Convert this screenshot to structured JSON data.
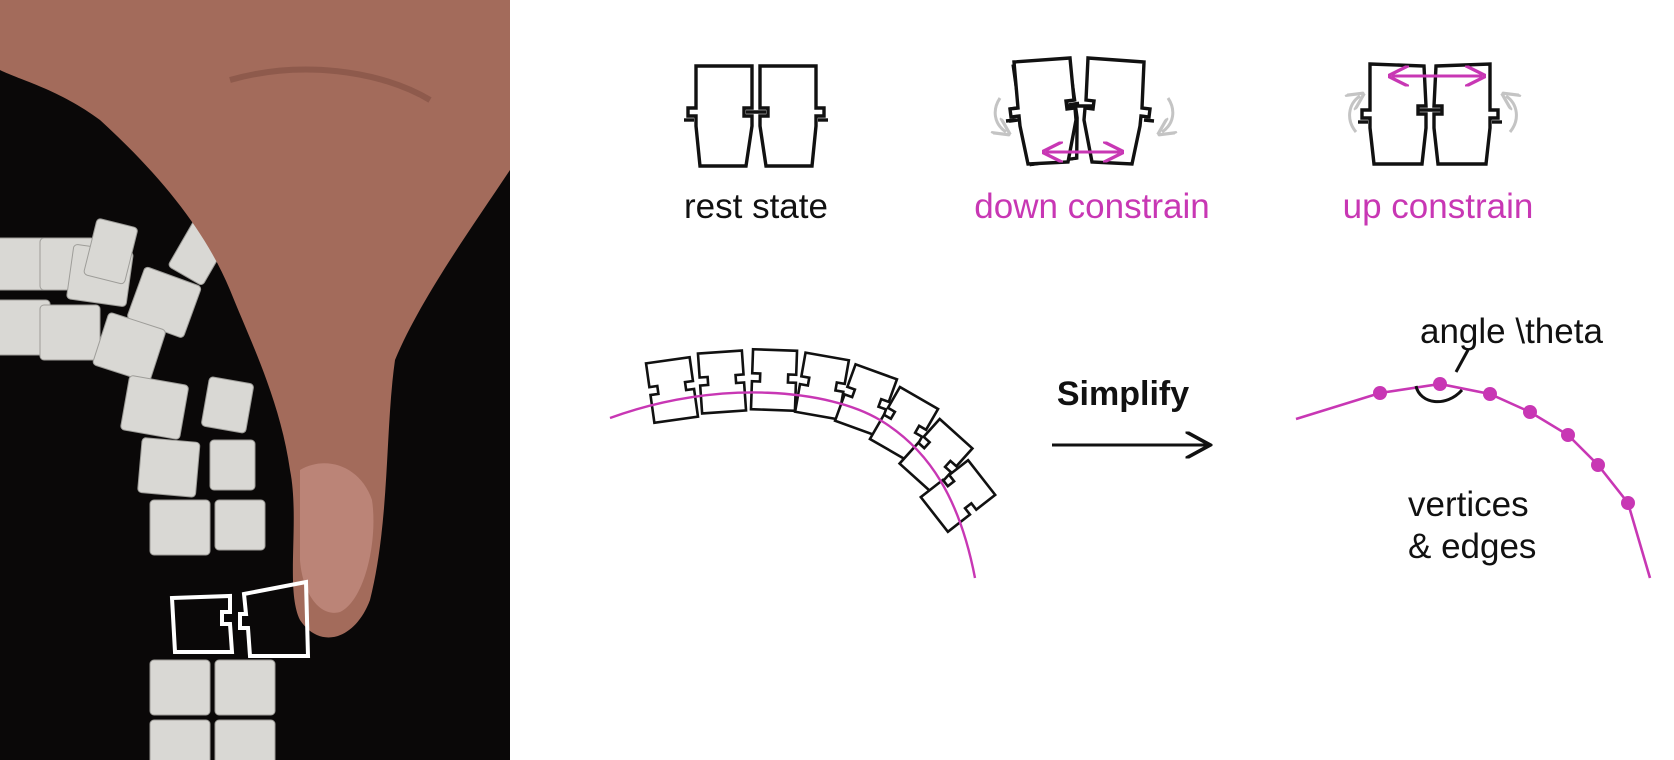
{
  "colors": {
    "accent": "#c837b4",
    "ink": "#111111",
    "muted_arrow": "#c4c4c4",
    "photo_background": "#0a0808",
    "skin": "#a36b5b",
    "printed_link": "#d9d8d4",
    "highlight_outline": "#ffffff"
  },
  "labels": {
    "rest_state": "rest state",
    "down_constrain": "down constrain",
    "up_constrain": "up constrain",
    "simplify": "Simplify",
    "angle": "angle \\theta",
    "vertices_line1": "vertices",
    "vertices_line2": "& edges"
  },
  "icons": {
    "left_panel": "photo-hand-holding-chain",
    "rest": "link-pair-icon",
    "down": "link-pair-down-icon",
    "up": "link-pair-up-icon",
    "curved_chain": "curved-chain-icon",
    "simplify_arrow": "arrow-right-icon",
    "polyline": "vertex-polyline-icon"
  },
  "polyline": {
    "vertex_count": 7
  }
}
